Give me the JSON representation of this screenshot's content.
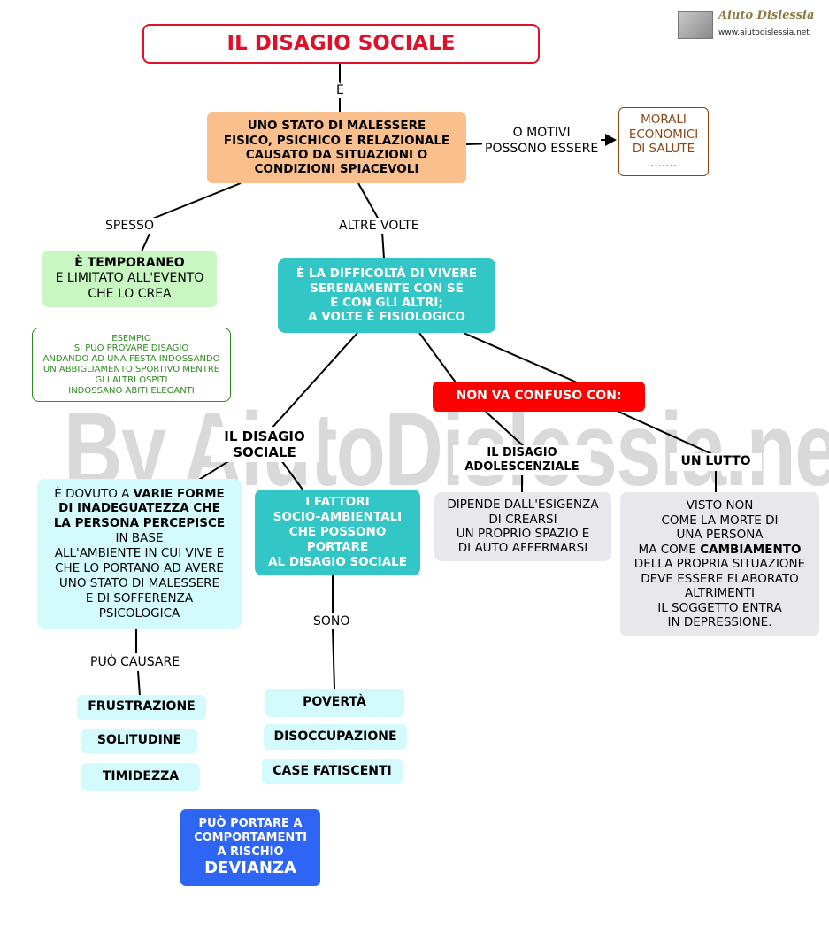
{
  "logo": {
    "title": "Aiuto Dislessia",
    "url": "www.aiutodislessia.net"
  },
  "watermark": "By AiutoDislessia.net",
  "title": "IL DISAGIO SOCIALE",
  "links": {
    "e": "È",
    "o_motivi": [
      "O MOTIVI",
      "POSSONO ESSERE"
    ],
    "spesso": "SPESSO",
    "altre_volte": "ALTRE VOLTE",
    "sono": "SONO",
    "puo_causare": "PUÒ CAUSARE"
  },
  "definition": [
    "UNO STATO DI MALESSERE",
    "FISICO, PSICHICO E RELAZIONALE",
    "CAUSATO DA SITUAZIONI O",
    "CONDIZIONI SPIACEVOLI"
  ],
  "motivi": [
    "MORALI",
    "ECONOMICI",
    "DI SALUTE",
    "......."
  ],
  "temporaneo": {
    "bold": "È TEMPORANEO",
    "lines": [
      "E LIMITATO ALL'EVENTO",
      "CHE LO CREA"
    ]
  },
  "esempio": [
    "ESEMPIO",
    "SI PUÒ PROVARE DISAGIO",
    "ANDANDO AD UNA FESTA INDOSSANDO",
    "UN ABBIGLIAMENTO SPORTIVO MENTRE",
    "GLI ALTRI OSPITI",
    "INDOSSANO ABITI ELEGANTI"
  ],
  "difficolta": [
    "È LA DIFFICOLTÀ DI VIVERE",
    "SERENAMENTE CON SÉ",
    "E CON GLI ALTRI;",
    "A VOLTE È FISIOLOGICO"
  ],
  "non_confuso": "NON VA CONFUSO CON:",
  "il_disagio_sociale": [
    "IL DISAGIO",
    "SOCIALE"
  ],
  "adolescenziale": {
    "title": [
      "IL DISAGIO",
      "ADOLESCENZIALE"
    ],
    "desc": [
      "DIPENDE DALL'ESIGENZA",
      "DI CREARSI",
      "UN PROPRIO SPAZIO E",
      "DI AUTO AFFERMARSI"
    ]
  },
  "lutto": {
    "title": "UN LUTTO",
    "desc": [
      "VISTO NON",
      "COME LA MORTE DI",
      "UNA PERSONA"
    ],
    "ma_come": "MA COME ",
    "cambiamento": "CAMBIAMENTO",
    "desc2": [
      "DELLA PROPRIA SITUAZIONE",
      "DEVE ESSERE ELABORATO",
      "ALTRIMENTI",
      "IL SOGGETTO ENTRA",
      "IN DEPRESSIONE."
    ]
  },
  "dovuto": {
    "prefix": "È DOVUTO A ",
    "bold1": "VARIE FORME",
    "bold2": "DI INADEGUATEZZA CHE",
    "bold3": "LA PERSONA PERCEPISCE",
    "rest": [
      "IN BASE",
      "ALL'AMBIENTE IN CUI VIVE E",
      "CHE LO PORTANO AD AVERE",
      "UNO STATO DI MALESSERE",
      "E DI SOFFERENZA",
      "PSICOLOGICA"
    ]
  },
  "fattori": [
    "I FATTORI",
    "SOCIO-AMBIENTALI",
    "CHE POSSONO",
    "PORTARE",
    "AL DISAGIO SOCIALE"
  ],
  "effetti": [
    "FRUSTRAZIONE",
    "SOLITUDINE",
    "TIMIDEZZA"
  ],
  "cause": [
    "POVERTÀ",
    "DISOCCUPAZIONE",
    "CASE FATISCENTI"
  ],
  "devianza": {
    "lines": [
      "PUÒ PORTARE A",
      "COMPORTAMENTI",
      "A RISCHIO"
    ],
    "big": "DEVIANZA"
  },
  "colors": {
    "title_red": "#e0102a",
    "orange": "#f9c08e",
    "green_light": "#c8f7c2",
    "cyan_dark": "#33c6c6",
    "cyan_light": "#d3fafc",
    "red": "#fe0000",
    "gray": "#e8e8ec",
    "blue": "#2f65f5",
    "brown": "#8b4513",
    "green_text": "#2e8b20"
  }
}
